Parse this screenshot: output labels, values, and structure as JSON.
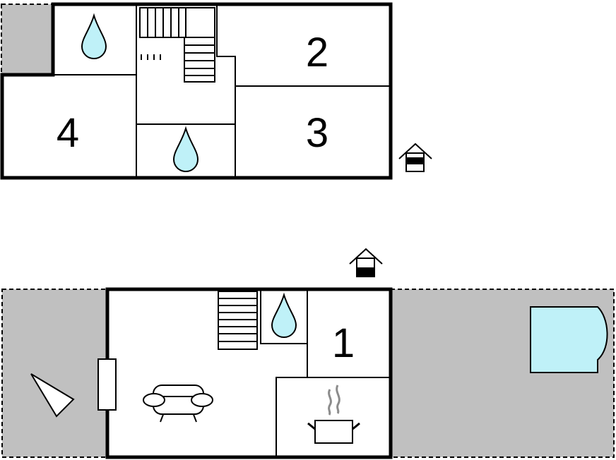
{
  "colors": {
    "wall": "#000000",
    "outdoor": "#c0c0c0",
    "water": "#bff1f8",
    "steam": "#8c8c8c",
    "background": "#ffffff"
  },
  "upper_floor": {
    "rooms": [
      {
        "number": "2"
      },
      {
        "number": "3"
      },
      {
        "number": "4"
      }
    ],
    "icons": [
      "bathroom-drop-icon",
      "bathroom-drop-icon",
      "staircase-icon",
      "house-entrance-icon"
    ]
  },
  "ground_floor": {
    "rooms": [
      {
        "number": "1"
      }
    ],
    "icons": [
      "staircase-icon",
      "bathroom-drop-icon",
      "sofa-icon",
      "kitchen-pot-icon",
      "pool-icon",
      "terrace-triangle-icon",
      "house-entrance-icon",
      "window-icon"
    ]
  }
}
